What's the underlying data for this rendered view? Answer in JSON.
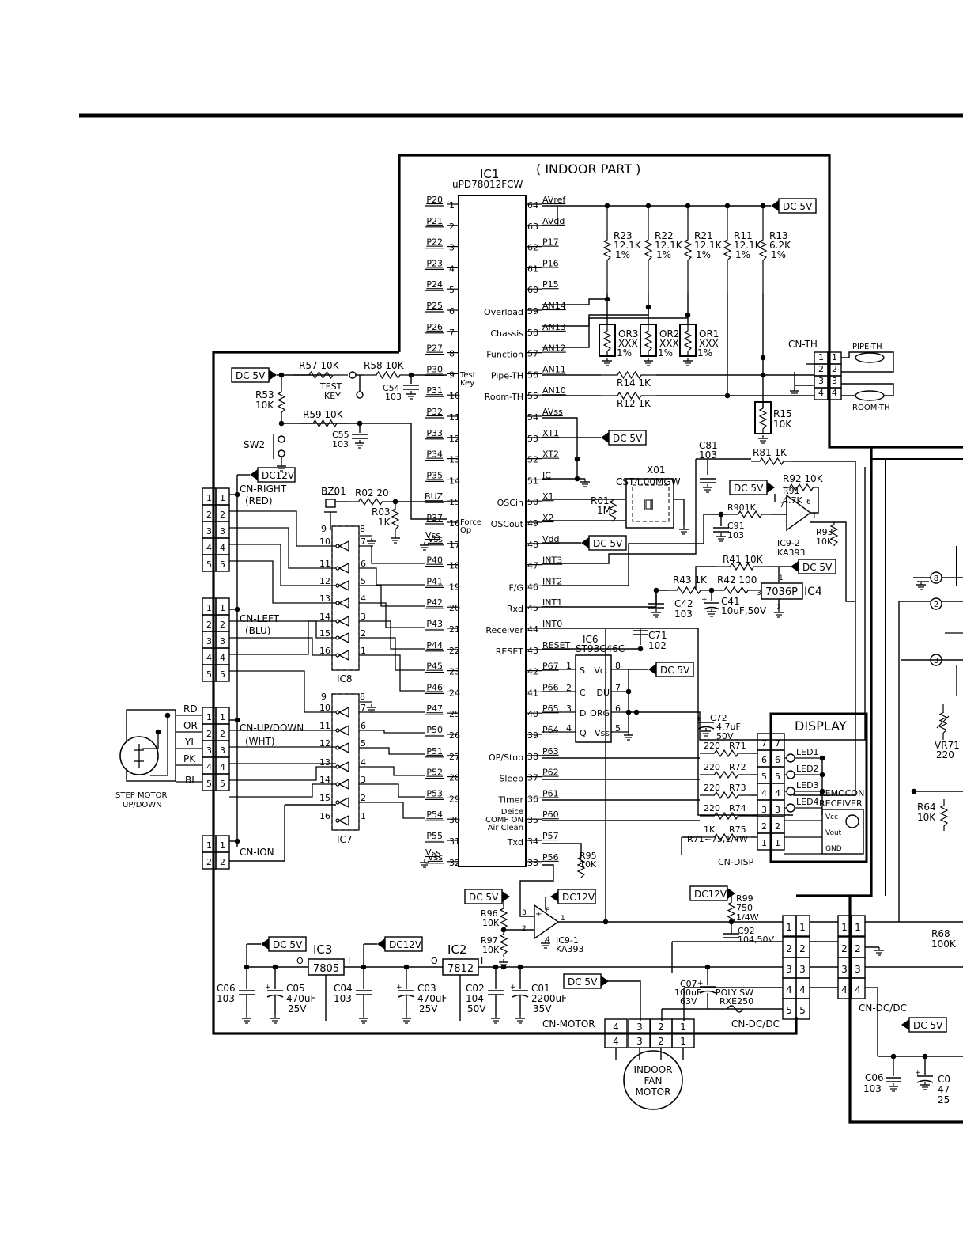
{
  "title": "( INDOOR PART )",
  "ic1": {
    "name": "IC1",
    "part": "uPD78012FCW",
    "left_pins": [
      {
        "n": "1",
        "l": "P20"
      },
      {
        "n": "2",
        "l": "P21"
      },
      {
        "n": "3",
        "l": "P22"
      },
      {
        "n": "4",
        "l": "P23"
      },
      {
        "n": "5",
        "l": "P24"
      },
      {
        "n": "6",
        "l": "P25"
      },
      {
        "n": "7",
        "l": "P26"
      },
      {
        "n": "8",
        "l": "P27"
      },
      {
        "n": "9",
        "l": "P30"
      },
      {
        "n": "10",
        "l": "P31"
      },
      {
        "n": "11",
        "l": "P32"
      },
      {
        "n": "12",
        "l": "P33"
      },
      {
        "n": "13",
        "l": "P34"
      },
      {
        "n": "14",
        "l": "P35"
      },
      {
        "n": "15",
        "l": "BUZ"
      },
      {
        "n": "16",
        "l": "P37"
      },
      {
        "n": "17",
        "l": "Vss"
      },
      {
        "n": "18",
        "l": "P40"
      },
      {
        "n": "19",
        "l": "P41"
      },
      {
        "n": "20",
        "l": "P42"
      },
      {
        "n": "21",
        "l": "P43"
      },
      {
        "n": "22",
        "l": "P44"
      },
      {
        "n": "23",
        "l": "P45"
      },
      {
        "n": "24",
        "l": "P46"
      },
      {
        "n": "25",
        "l": "P47"
      },
      {
        "n": "26",
        "l": "P50"
      },
      {
        "n": "27",
        "l": "P51"
      },
      {
        "n": "28",
        "l": "P52"
      },
      {
        "n": "29",
        "l": "P53"
      },
      {
        "n": "30",
        "l": "P54"
      },
      {
        "n": "31",
        "l": "P55"
      },
      {
        "n": "32",
        "l": "Vss"
      }
    ],
    "right_pins": [
      {
        "n": "64",
        "l": "AVref",
        "f": ""
      },
      {
        "n": "63",
        "l": "AVdd",
        "f": ""
      },
      {
        "n": "62",
        "l": "P17",
        "f": ""
      },
      {
        "n": "61",
        "l": "P16",
        "f": ""
      },
      {
        "n": "60",
        "l": "P15",
        "f": ""
      },
      {
        "n": "59",
        "l": "AN14",
        "f": "Overload"
      },
      {
        "n": "58",
        "l": "AN13",
        "f": "Chassis"
      },
      {
        "n": "57",
        "l": "AN12",
        "f": "Function"
      },
      {
        "n": "56",
        "l": "AN11",
        "f": "Pipe-TH"
      },
      {
        "n": "55",
        "l": "AN10",
        "f": "Room-TH"
      },
      {
        "n": "54",
        "l": "AVss",
        "f": ""
      },
      {
        "n": "53",
        "l": "XT1",
        "f": ""
      },
      {
        "n": "52",
        "l": "XT2",
        "f": ""
      },
      {
        "n": "51",
        "l": "IC",
        "f": ""
      },
      {
        "n": "50",
        "l": "X1",
        "f": "OSCin"
      },
      {
        "n": "49",
        "l": "X2",
        "f": "OSCout"
      },
      {
        "n": "48",
        "l": "Vdd",
        "f": ""
      },
      {
        "n": "47",
        "l": "INT3",
        "f": ""
      },
      {
        "n": "46",
        "l": "INT2",
        "f": "F/G"
      },
      {
        "n": "45",
        "l": "INT1",
        "f": "Rxd"
      },
      {
        "n": "44",
        "l": "INT0",
        "f": "Receiver"
      },
      {
        "n": "43",
        "l": "RESET",
        "f": "RESET"
      },
      {
        "n": "42",
        "l": "P67",
        "f": ""
      },
      {
        "n": "41",
        "l": "P66",
        "f": ""
      },
      {
        "n": "40",
        "l": "P65",
        "f": ""
      },
      {
        "n": "39",
        "l": "P64",
        "f": ""
      },
      {
        "n": "38",
        "l": "P63",
        "f": "OP/Stop"
      },
      {
        "n": "37",
        "l": "P62",
        "f": "Sleep"
      },
      {
        "n": "36",
        "l": "P61",
        "f": "Timer"
      },
      {
        "n": "35",
        "l": "P60",
        "f": ""
      },
      {
        "n": "34",
        "l": "P57",
        "f": "Txd"
      },
      {
        "n": "33",
        "l": "P56",
        "f": ""
      }
    ],
    "test_key": "Test\nKey",
    "force_op": "Force\nOp",
    "deice": "Deice",
    "comp_on": "COMP ON",
    "air_clean": "Air Clean"
  },
  "supplies": {
    "dc5": "DC 5V",
    "dc12": "DC12V"
  },
  "thermistor_resistors": [
    {
      "ref": "R23",
      "val": "12.1K",
      "tol": "1%"
    },
    {
      "ref": "R22",
      "val": "12.1K",
      "tol": "1%"
    },
    {
      "ref": "R21",
      "val": "12.1K",
      "tol": "1%"
    },
    {
      "ref": "R11",
      "val": "12.1K",
      "tol": "1%"
    },
    {
      "ref": "R13",
      "val": "6.2K",
      "tol": "1%"
    }
  ],
  "option_resistors": [
    {
      "ref": "OR3",
      "val": "XXX",
      "tol": "1%"
    },
    {
      "ref": "OR2",
      "val": "XXX",
      "tol": "1%"
    },
    {
      "ref": "OR1",
      "val": "XXX",
      "tol": "1%"
    }
  ],
  "cn_th": {
    "label": "CN-TH",
    "pipe": "PIPE-TH",
    "room": "ROOM-TH",
    "pins": [
      "1",
      "2",
      "3",
      "4"
    ]
  },
  "r14": "R14  1K",
  "r12": "R12  1K",
  "r15": [
    "R15",
    "10K"
  ],
  "r57": "R57 10K",
  "r58": "R58 10K",
  "r53": [
    "R53",
    "10K"
  ],
  "r59": "R59 10K",
  "test_key_sw": [
    "TEST",
    "KEY"
  ],
  "c54": [
    "C54",
    "103"
  ],
  "c55": [
    "C55",
    "103"
  ],
  "sw2": "SW2",
  "bz01": "BZ01",
  "r02": "R02  20",
  "r03": [
    "R03",
    "1K"
  ],
  "x01": [
    "X01",
    "CST4.00MGW"
  ],
  "r01": [
    "R01",
    "1M"
  ],
  "c81": [
    "C81",
    "103"
  ],
  "r81": "R81  1K",
  "r92": "R92 10K",
  "r91": [
    "R91",
    "4.7K"
  ],
  "r90": "R901K",
  "c91": [
    "C91",
    "103"
  ],
  "ic9_2": [
    "IC9-2",
    "KA393"
  ],
  "r93": [
    "R93",
    "10K"
  ],
  "r41": "R41  10K",
  "r43": "R43 1K",
  "r42": "R42 100",
  "c41": [
    "C41",
    "10uF,50V"
  ],
  "c42": [
    "C42",
    "103"
  ],
  "ic4": [
    "7036P",
    "IC4"
  ],
  "c71": [
    "C71",
    "102"
  ],
  "ic6": [
    "IC6",
    "ST93C46C"
  ],
  "ic6_pins": [
    "S",
    "Vcc",
    "C",
    "DU",
    "D",
    "ORG",
    "Q",
    "Vss"
  ],
  "ic6_nums": [
    "1",
    "2",
    "3",
    "4",
    "8",
    "7",
    "6",
    "5"
  ],
  "c72": [
    "C72",
    "4.7uF",
    "50V"
  ],
  "display_title": "DISPLAY",
  "display_r": [
    {
      "v": "220",
      "r": "R71"
    },
    {
      "v": "220",
      "r": "R72"
    },
    {
      "v": "220",
      "r": "R73"
    },
    {
      "v": "220",
      "r": "R74"
    },
    {
      "v": "1K",
      "r": "R75"
    }
  ],
  "r71_75": "R71~75,1/4W",
  "leds": [
    "LED1",
    "LED2",
    "LED3",
    "LED4"
  ],
  "remocon": [
    "REMOCON",
    "RECEIVER"
  ],
  "remocon_pins": [
    "Vcc",
    "Vout",
    "GND"
  ],
  "cn_disp": {
    "label": "CN-DISP",
    "pins": [
      "7",
      "6",
      "5",
      "4",
      "3",
      "2",
      "1"
    ]
  },
  "r95": [
    "R95",
    "10K"
  ],
  "r96": [
    "R96",
    "10K"
  ],
  "r97": [
    "R97",
    "10K"
  ],
  "ic9_1": [
    "IC9-1",
    "KA393"
  ],
  "r99": [
    "R99",
    "750",
    "1/4W"
  ],
  "c92": [
    "C92",
    "104,50V"
  ],
  "c07": [
    "C07",
    "100uF",
    "63V"
  ],
  "poly": [
    "POLY SW",
    "RXE250"
  ],
  "ic3": [
    "IC3",
    "7805"
  ],
  "ic2": [
    "IC2",
    "7812"
  ],
  "caps_bottom": [
    {
      "a": "C06",
      "b": "103",
      "c": ""
    },
    {
      "a": "C05",
      "b": "470uF",
      "c": "25V"
    },
    {
      "a": "C04",
      "b": "103",
      "c": ""
    },
    {
      "a": "C03",
      "b": "470uF",
      "c": "25V"
    },
    {
      "a": "C02",
      "b": "104",
      "c": "50V"
    },
    {
      "a": "C01",
      "b": "2200uF",
      "c": "35V"
    }
  ],
  "reg_pins": [
    "O",
    "I",
    "O",
    "I"
  ],
  "cn_right": {
    "label": "CN-RIGHT",
    "color": "(RED)",
    "pins": [
      "1",
      "2",
      "3",
      "4",
      "5"
    ]
  },
  "cn_left": {
    "label": "CN-LEFT",
    "color": "(BLU)",
    "pins": [
      "1",
      "2",
      "3",
      "4",
      "5"
    ]
  },
  "cn_updown": {
    "label": "CN-UP/DOWN",
    "color": "(WHT)",
    "pins": [
      "1",
      "2",
      "3",
      "4",
      "5"
    ]
  },
  "cn_ion": {
    "label": "CN-ION",
    "pins": [
      "1",
      "2"
    ]
  },
  "wire_colors": [
    "RD",
    "OR",
    "YL",
    "PK",
    "BL"
  ],
  "step_motor": [
    "STEP MOTOR",
    "UP/DOWN"
  ],
  "ic8": "IC8",
  "ic7": "IC7",
  "drv_in": [
    "1",
    "2",
    "3",
    "4",
    "5",
    "6",
    "7",
    "9"
  ],
  "drv_out": [
    "8",
    "10",
    "11",
    "12",
    "13",
    "14",
    "15",
    "16"
  ],
  "cn_motor": {
    "label": "CN-MOTOR",
    "pins": [
      "4",
      "3",
      "2",
      "1"
    ]
  },
  "fan_motor": [
    "INDOOR",
    "FAN",
    "MOTOR"
  ],
  "cn_dcdc": {
    "label": "CN-DC/DC",
    "pins": [
      "1",
      "2",
      "3",
      "4",
      "5"
    ]
  },
  "right_panel": {
    "cn_dcdc": "CN-DC/DC",
    "pins": [
      "1",
      "2",
      "3",
      "4"
    ],
    "vr71": [
      "VR71",
      "220"
    ],
    "r64": [
      "R64",
      "10K"
    ],
    "r68": [
      "R68",
      "100K"
    ],
    "c06": [
      "C06",
      "103"
    ],
    "dc5": "DC 5V",
    "circled": [
      "8",
      "2",
      "3"
    ],
    "c0x": [
      "C0",
      "47",
      "25"
    ]
  }
}
